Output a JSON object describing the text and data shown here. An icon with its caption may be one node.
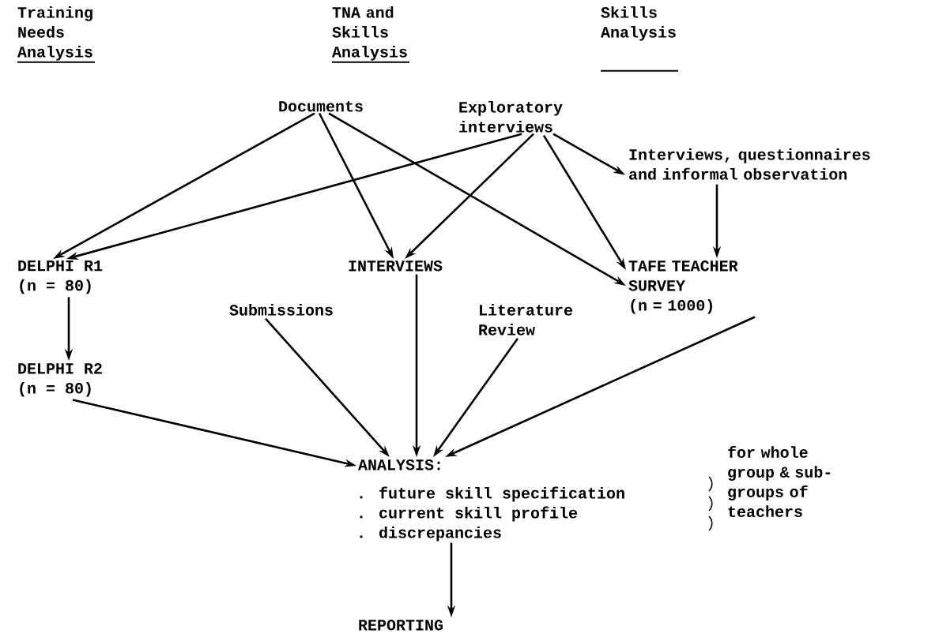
{
  "diagram": {
    "nodes": [
      {
        "text": [
          "Documents"
        ]
      },
      {
        "text": [
          "Exploratory interviews"
        ]
      },
      {
        "text": [
          "Interviews, questionnaires and informal observation"
        ]
      },
      {
        "text": [
          "DELPHI R1",
          "(n = 80)"
        ]
      },
      {
        "text": [
          "INTERVIEWS"
        ]
      },
      {
        "text": [
          "TAFE TEACHER SURVEY",
          "(n = 1000)"
        ]
      },
      {
        "text": [
          "Submissions"
        ]
      },
      {
        "text": [
          "Literature Review"
        ]
      },
      {
        "text": [
          "DELPHI R2",
          "(n = 80)"
        ]
      },
      {
        "text": [
          "ANALYSIS:",
          ". future skill specification",
          ". current skill profile",
          ". discrepancies"
        ]
      },
      {
        "text": [
          "REPORTING"
        ]
      }
    ],
    "edges": [
      {
        "from": 0,
        "to": 3,
        "arrow": "to"
      },
      {
        "from": 0,
        "to": 4,
        "arrow": "to"
      },
      {
        "from": 0,
        "to": 5,
        "arrow": "to"
      },
      {
        "from": 1,
        "to": 3,
        "arrow": "to"
      },
      {
        "from": 1,
        "to": 4,
        "arrow": "to"
      },
      {
        "from": 1,
        "to": 2,
        "arrow": "to"
      },
      {
        "from": 1,
        "to": 5,
        "arrow": "to"
      },
      {
        "from": 2,
        "to": 5,
        "arrow": "to"
      },
      {
        "from": 3,
        "to": 8,
        "arrow": "to"
      },
      {
        "from": 8,
        "to": 9,
        "arrow": "to"
      },
      {
        "from": 6,
        "to": 9,
        "arrow": "to"
      },
      {
        "from": 4,
        "to": 9,
        "arrow": "to"
      },
      {
        "from": 7,
        "to": 9,
        "arrow": "to"
      },
      {
        "from": 5,
        "to": 9,
        "arrow": "to"
      },
      {
        "from": 9,
        "to": 10,
        "arrow": "to"
      }
    ],
    "labels": [
      "Training Needs Analysis",
      "TNA and Skills Analysis",
      "Skills Analysis",
      "for whole group & sub-groups of teachers"
    ]
  }
}
